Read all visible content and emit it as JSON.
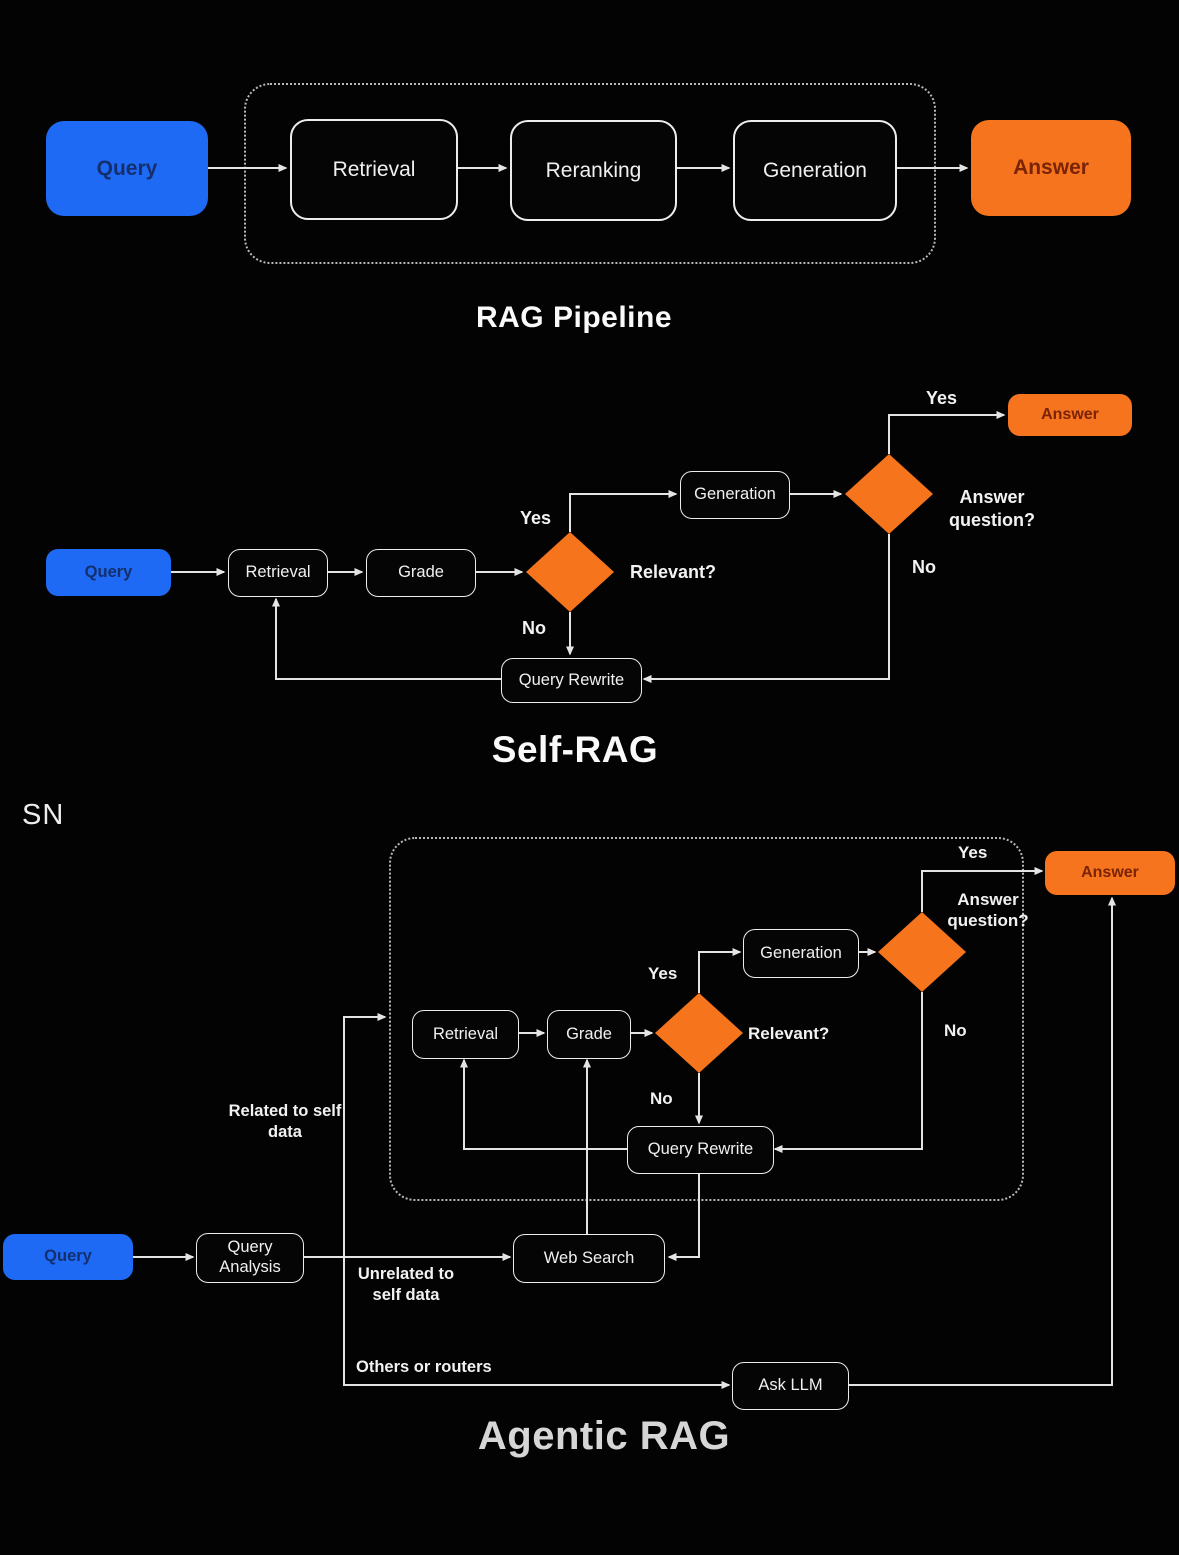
{
  "rag_pipeline": {
    "title": "RAG Pipeline",
    "query": "Query",
    "retrieval": "Retrieval",
    "reranking": "Reranking",
    "generation": "Generation",
    "answer": "Answer"
  },
  "self_rag": {
    "title": "Self-RAG",
    "query": "Query",
    "retrieval": "Retrieval",
    "grade": "Grade",
    "generation": "Generation",
    "query_rewrite": "Query Rewrite",
    "answer": "Answer",
    "relevant": "Relevant?",
    "answer_question": "Answer question?",
    "yes_relevant": "Yes",
    "no_relevant": "No",
    "yes_answer": "Yes",
    "no_answer": "No"
  },
  "watermark": "SN",
  "agentic_rag": {
    "title": "Agentic RAG",
    "query": "Query",
    "query_analysis": "Query Analysis",
    "retrieval": "Retrieval",
    "grade": "Grade",
    "generation": "Generation",
    "query_rewrite": "Query Rewrite",
    "web_search": "Web Search",
    "ask_llm": "Ask LLM",
    "answer": "Answer",
    "relevant": "Relevant?",
    "answer_question": "Answer question?",
    "yes_relevant": "Yes",
    "no_relevant": "No",
    "yes_answer": "Yes",
    "no_answer": "No",
    "related_label": "Related to self data",
    "unrelated_label": "Unrelated to self data",
    "others_label": "Others or routers"
  },
  "colors": {
    "background": "#030303",
    "accent_blue": "#1e6af4",
    "accent_orange": "#f5741c",
    "line": "#e4e4e4",
    "box_border": "#ededed"
  }
}
